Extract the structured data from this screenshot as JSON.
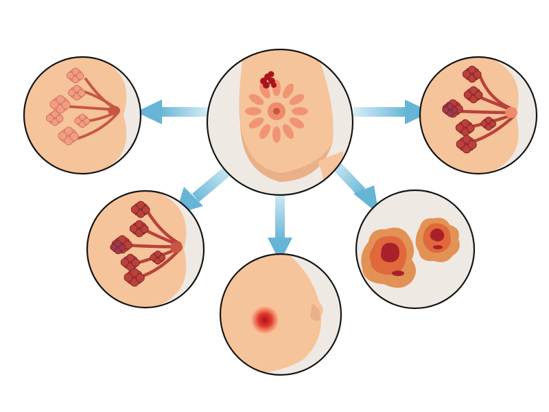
{
  "colors": {
    "background": "#ffffff",
    "circle_bg": "#efe9e4",
    "circle_stroke": "#141414",
    "skin": "#f6c49a",
    "skin_shadow": "#eab088",
    "lobule_light": "#ef9e85",
    "lobule_light_edge": "#d9705a",
    "lobule_dark": "#b9413c",
    "lobule_dark_edge": "#8a2427",
    "lobule_purple": "#9a3b52",
    "duct": "#c75742",
    "petal": "#f19473",
    "areola": "#ef8a6a",
    "tumor": "#a9141c",
    "lump_glow": "#f05a45",
    "cell_outer": "#e39255",
    "cell_mid": "#e0683b",
    "cell_inner": "#a8212a",
    "arrow_light": "#d6eef6",
    "arrow_dark": "#66b4d6"
  },
  "nodes": [
    {
      "id": "center",
      "icon": "breast-with-tumor-icon"
    },
    {
      "id": "normal-lobules",
      "icon": "normal-lobules-icon"
    },
    {
      "id": "lobular-right",
      "icon": "lobular-changes-icon"
    },
    {
      "id": "lobular-left",
      "icon": "lobular-changes-icon"
    },
    {
      "id": "breast-lump",
      "icon": "breast-lump-icon"
    },
    {
      "id": "abnormal-cells",
      "icon": "abnormal-cells-icon"
    }
  ]
}
